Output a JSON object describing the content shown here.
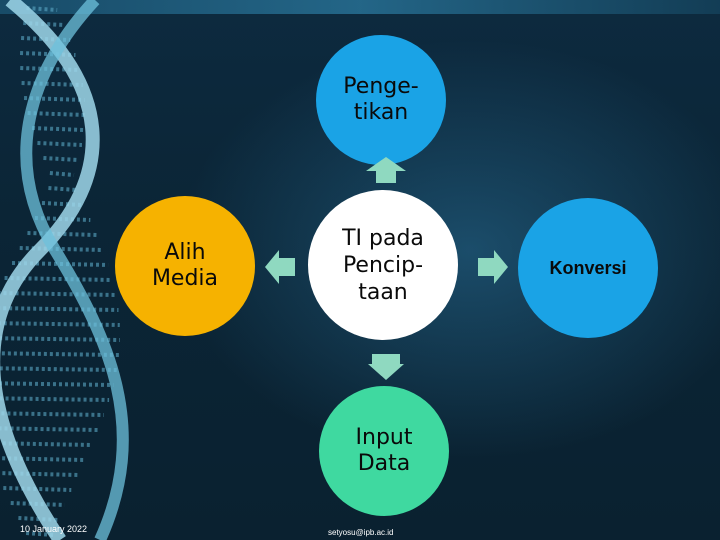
{
  "diagram": {
    "center": "TI pada Pencip-taan",
    "center_lines": [
      "TI pada",
      "Pencip-",
      "taan"
    ],
    "top_lines": [
      "Penge-",
      "tikan"
    ],
    "left_lines": [
      "Alih",
      "Media"
    ],
    "right_lines": [
      "Konversi"
    ],
    "bottom_lines": [
      "Input",
      "Data"
    ]
  },
  "footer": {
    "date": "10 January 2022",
    "email": "setyosu@ipb.ac.id"
  },
  "colors": {
    "top": "#1aa3e6",
    "left": "#f6b200",
    "right": "#1aa3e6",
    "bottom": "#3fd9a0",
    "center": "#ffffff",
    "arrow": "#8fd9c0"
  }
}
